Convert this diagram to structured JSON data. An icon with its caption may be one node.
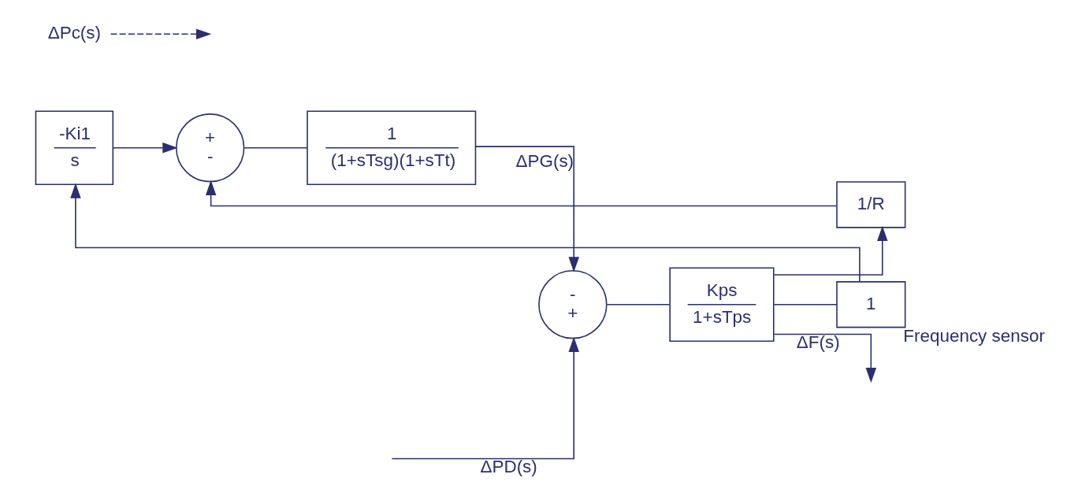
{
  "diagram": {
    "nodes": [
      {
        "text": [
          "-Ki1",
          "s"
        ]
      },
      {
        "text": [
          "+",
          "-"
        ]
      },
      {
        "text": [
          "1",
          "(1+sTsg)(1+sTt)"
        ]
      },
      {
        "text": [
          "-",
          "+"
        ]
      },
      {
        "text": [
          "Kps",
          "1+sTps"
        ]
      },
      {
        "text": [
          "1/R"
        ]
      },
      {
        "text": [
          "1"
        ],
        "beside": [
          "Frequency sensor"
        ]
      },
      {
        "text": [
          "ΔPc(s)"
        ]
      }
    ],
    "edges": [
      {
        "from": 0,
        "to": 1,
        "arrow": "to"
      },
      {
        "from": 1,
        "to": 2,
        "arrow": "none"
      },
      {
        "from": 2,
        "to": 3,
        "arrow": "to",
        "label": "ΔPG(s)"
      },
      {
        "from": null,
        "to": 3,
        "arrow": "to",
        "label": "ΔPD(s)"
      },
      {
        "from": 3,
        "to": 4,
        "arrow": "none"
      },
      {
        "from": 4,
        "to": null,
        "arrow": "to",
        "label": "ΔF(s)"
      },
      {
        "from": 4,
        "to": 5,
        "arrow": "to"
      },
      {
        "from": 5,
        "to": 1,
        "arrow": "to"
      },
      {
        "from": 4,
        "to": 6,
        "arrow": "none"
      },
      {
        "from": 6,
        "to": 0,
        "arrow": "to"
      },
      {
        "from": 7,
        "to": null,
        "arrow": "to",
        "style": "dashed"
      }
    ]
  }
}
